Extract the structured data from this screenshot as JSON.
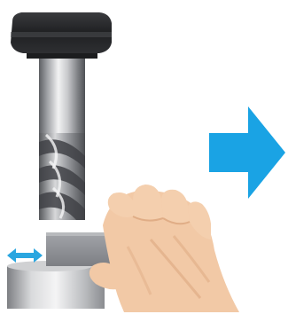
{
  "illustration": {
    "subjects": [
      "end-mill-tool",
      "tool-holder",
      "workpiece-block",
      "hand",
      "double-arrow-icon",
      "right-arrow-icon"
    ],
    "colors": {
      "holder_dark": "#2a2a2c",
      "metal_light": "#e9e9ea",
      "metal_mid": "#9a9b9e",
      "metal_dark": "#55575b",
      "block": "#8e9095",
      "skin": "#f2c9a6",
      "skin_shadow": "#e0ad86",
      "accent_blue": "#1aa3e4",
      "double_arrow_blue": "#2aa6e0"
    }
  }
}
